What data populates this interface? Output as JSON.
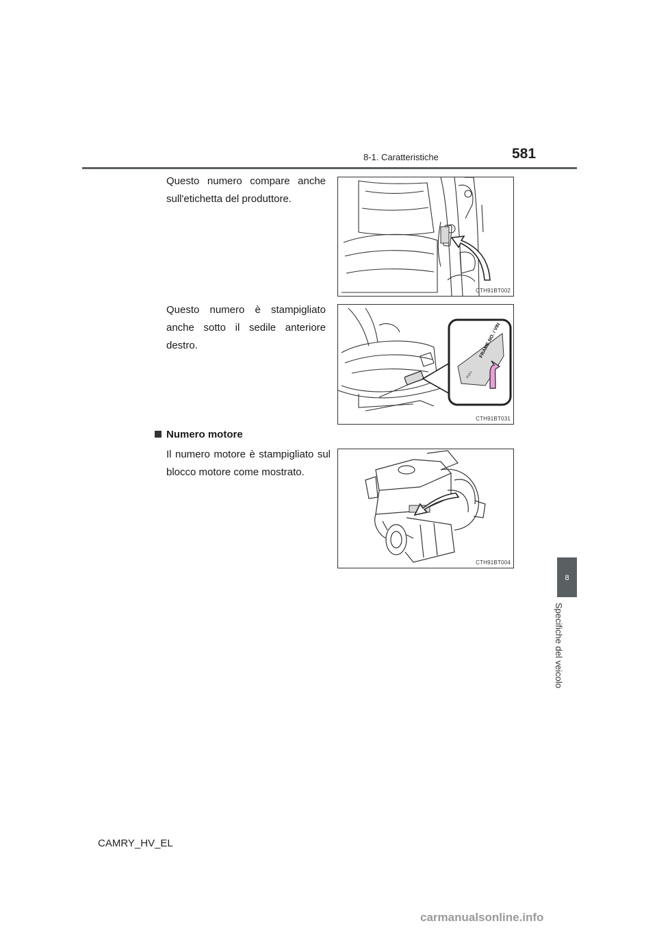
{
  "header": {
    "section": "8-1. Caratteristiche",
    "page_number": "581"
  },
  "blocks": {
    "door_label_text": "Questo numero compare anche sull'etichetta del produttore.",
    "seat_text": "Questo numero è stampigliato anche sotto il sedile anteriore destro.",
    "engine_heading": "Numero motore",
    "engine_text": "Il numero motore è stampigliato sul blocco motore come mostrato."
  },
  "figures": {
    "door": {
      "code": "CTH91BT002"
    },
    "seat": {
      "code": "CTH91BT031",
      "plate_text": "FRAME NO. / VIN",
      "pull_text": "PULL"
    },
    "engine": {
      "code": "CTH91BT004"
    }
  },
  "side_tab": {
    "number": "8",
    "title": "Specifiche del veicolo"
  },
  "footer": {
    "model": "CAMRY_HV_EL"
  },
  "watermark": "carmanualsonline.info",
  "colors": {
    "tab": "#5a5f62",
    "arrow_fill": "#e8a0d8"
  }
}
